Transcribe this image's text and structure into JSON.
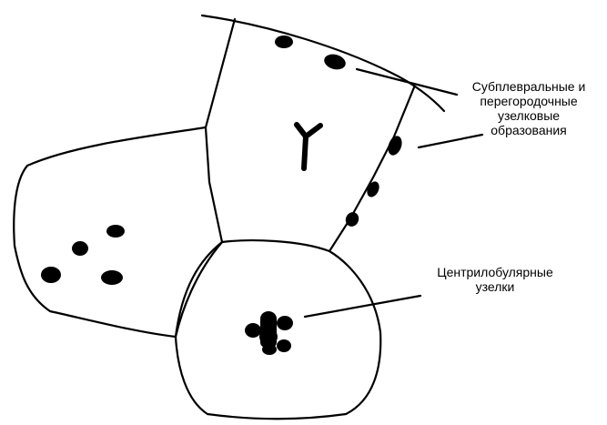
{
  "labels": {
    "subpleural": {
      "lines": [
        "Субплевральные и",
        "перегородочные",
        "узелковые",
        "образования"
      ]
    },
    "centrilobular": {
      "lines": [
        "Центрилобулярные",
        "узелки"
      ]
    }
  }
}
